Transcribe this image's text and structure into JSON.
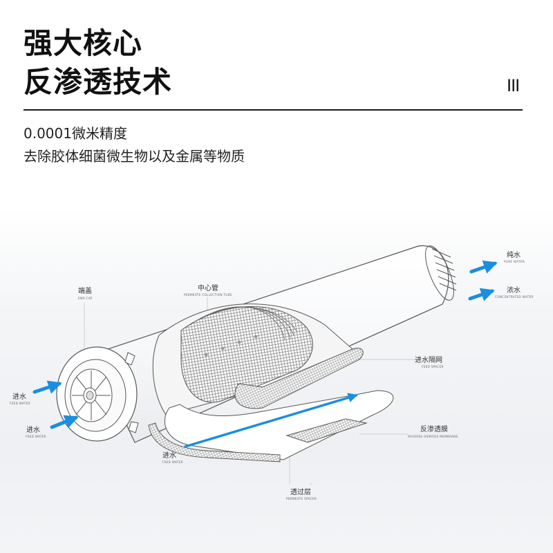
{
  "header": {
    "title_line1": "强大核心",
    "title_line2": "反渗透技术",
    "menu_mark": "III"
  },
  "description": {
    "line1": "0.0001微米精度",
    "line2": "去除胶体细菌微生物以及金属等物质"
  },
  "diagram": {
    "labels": {
      "end_cap_cn": "端盖",
      "end_cap_en": "END CAP",
      "collection_tube_cn": "中心管",
      "collection_tube_en": "PERMEATE COLLECTION TUBE",
      "pure_water_cn": "纯水",
      "pure_water_en": "PURE WATER",
      "concentrate_cn": "浓水",
      "concentrate_en": "CONCENTRATED WATER",
      "feed_spacer_cn": "进水隔网",
      "feed_spacer_en": "FEED SPACER",
      "membrane_cn": "反渗透膜",
      "membrane_en": "REVERSE OSMOSIS MEMBRANE",
      "feed_left1_cn": "进水",
      "feed_left1_en": "FEED WATER",
      "feed_left2_cn": "进水",
      "feed_left2_en": "FEED WATER",
      "feed_mid_cn": "进水",
      "feed_mid_en": "FEED WATER",
      "permeate_spacer_cn": "透过层",
      "permeate_spacer_en": "PERMEATE SPACER"
    },
    "colors": {
      "arrow": "#1a8ee0",
      "outline": "#555555",
      "mesh": "#777777"
    }
  }
}
